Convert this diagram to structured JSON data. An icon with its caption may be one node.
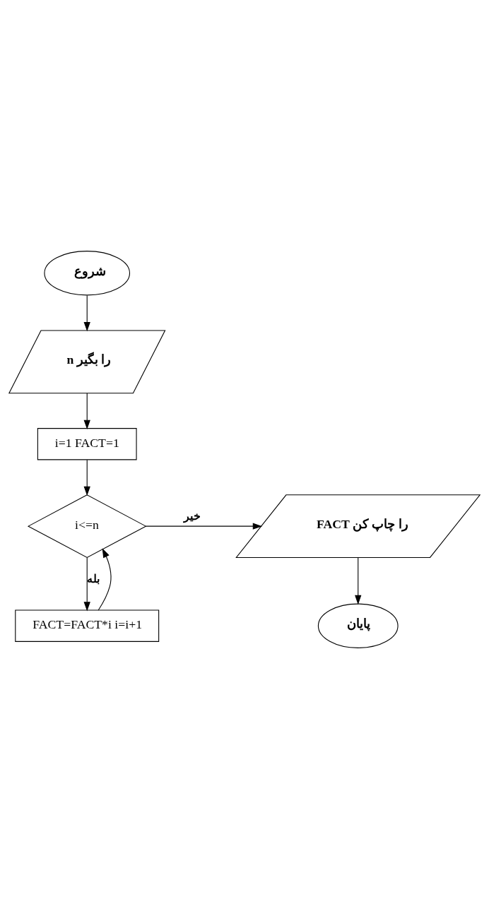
{
  "diagram": {
    "nodes": [
      {
        "text": [
          "شروع"
        ]
      },
      {
        "text": [
          "n را بگیر"
        ]
      },
      {
        "text": [
          "i=1 FACT=1"
        ]
      },
      {
        "text": [
          "i<=n"
        ]
      },
      {
        "text": [
          "FACT را چاپ کن"
        ]
      },
      {
        "text": [
          "FACT=FACT*i i=i+1"
        ]
      },
      {
        "text": [
          "پایان"
        ]
      }
    ],
    "edges": [
      {
        "from": 0,
        "to": 1,
        "arrow": "to"
      },
      {
        "from": 1,
        "to": 2,
        "arrow": "to"
      },
      {
        "from": 2,
        "to": 3,
        "arrow": "to"
      },
      {
        "from": 3,
        "to": 4,
        "arrow": "to",
        "label": "خیر"
      },
      {
        "from": 3,
        "to": 5,
        "arrow": "to",
        "label": "بله"
      },
      {
        "from": 5,
        "to": 3,
        "arrow": "to"
      },
      {
        "from": 4,
        "to": 6,
        "arrow": "to"
      }
    ]
  }
}
